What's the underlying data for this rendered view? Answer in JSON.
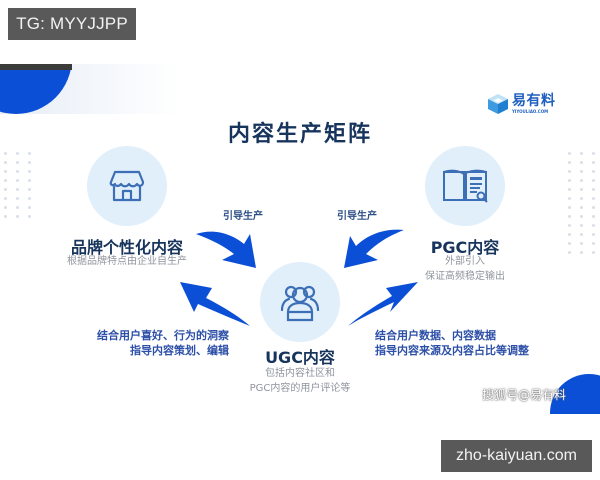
{
  "watermarks": {
    "top": "TG: MYYJJPP",
    "bottom": "zho-kaiyuan.com"
  },
  "logo": {
    "name_cn": "易有料",
    "name_en": "YIYOULIAO.COM",
    "icon": "cube-icon"
  },
  "diagram": {
    "title": "内容生产矩阵",
    "nodes": [
      {
        "id": "brand",
        "title": "品牌个性化内容",
        "description": [
          "根据品牌特点由企业自生产"
        ],
        "icon": "storefront-icon"
      },
      {
        "id": "pgc",
        "title": "PGC内容",
        "description": [
          "外部引入",
          "保证高频稳定输出"
        ],
        "icon": "open-book-icon"
      },
      {
        "id": "ugc",
        "title": "UGC内容",
        "description": [
          "包括内容社区和",
          "PGC内容的用户评论等"
        ],
        "icon": "user-group-icon"
      }
    ],
    "edges": [
      {
        "from": "brand",
        "to": "ugc",
        "label": "引导生产"
      },
      {
        "from": "pgc",
        "to": "ugc",
        "label": "引导生产"
      },
      {
        "from": "ugc",
        "to": "brand",
        "label": [
          "结合用户喜好、行为的洞察",
          "指导内容策划、编辑"
        ]
      },
      {
        "from": "ugc",
        "to": "pgc",
        "label": [
          "结合用户数据、内容数据",
          "指导内容来源及内容占比等调整"
        ]
      }
    ],
    "source_credit": "搜狐号@易有料"
  },
  "colors": {
    "accent_blue": "#0b4fd6",
    "title_navy": "#17345c",
    "node_circle": "#e1effa",
    "icon_stroke": "#3d6fb6",
    "desc_gray": "#8f959c",
    "watermark_bg": "#595959"
  }
}
